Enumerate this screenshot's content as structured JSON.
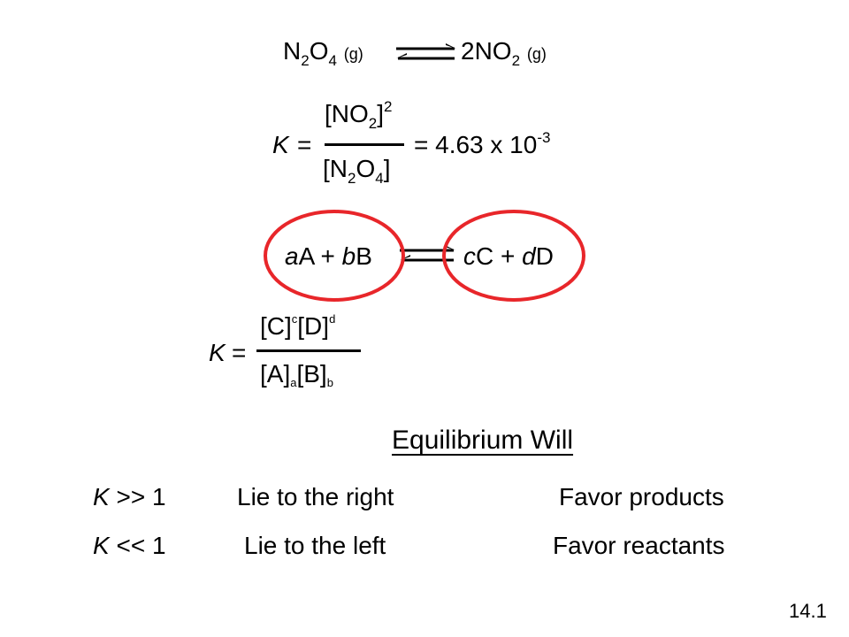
{
  "reaction1": {
    "reactant_prefix": "N",
    "reactant_sub1": "2",
    "reactant_mid": "O",
    "reactant_sub2": "4",
    "reactant_state": "(g)",
    "product_coef": "2NO",
    "product_sub": "2",
    "product_state": "(g)"
  },
  "k1": {
    "symbol": "K",
    "equals": "=",
    "num_open": "[NO",
    "num_sub": "2",
    "num_close": "]",
    "num_power": "2",
    "den_open": "[N",
    "den_sub1": "2",
    "den_mid": "O",
    "den_sub2": "4",
    "den_close": "]",
    "value_text": "= 4.63 x 10",
    "value_exp": "-3"
  },
  "reaction2": {
    "a": "a",
    "A": "A + ",
    "b": "b",
    "B": "B",
    "c": "c",
    "C": "C + ",
    "d": "d",
    "D": "D"
  },
  "k2": {
    "symbol": "K",
    "equals": "=",
    "num_c": "[C]",
    "num_c_exp": "c",
    "num_d": "[D]",
    "num_d_exp": "d",
    "den_a": "[A]",
    "den_a_exp": "a",
    "den_b": "[B]",
    "den_b_exp": "b"
  },
  "table": {
    "header": "Equilibrium  Will",
    "rows": [
      {
        "k": "K",
        "cond": " >> 1",
        "lie": "Lie to the right",
        "favor": "Favor products"
      },
      {
        "k": "K",
        "cond": " << 1",
        "lie": "Lie to the left",
        "favor": "Favor reactants"
      }
    ]
  },
  "slide_number": "14.1",
  "colors": {
    "circle": "#e8262a",
    "text": "#000000"
  }
}
